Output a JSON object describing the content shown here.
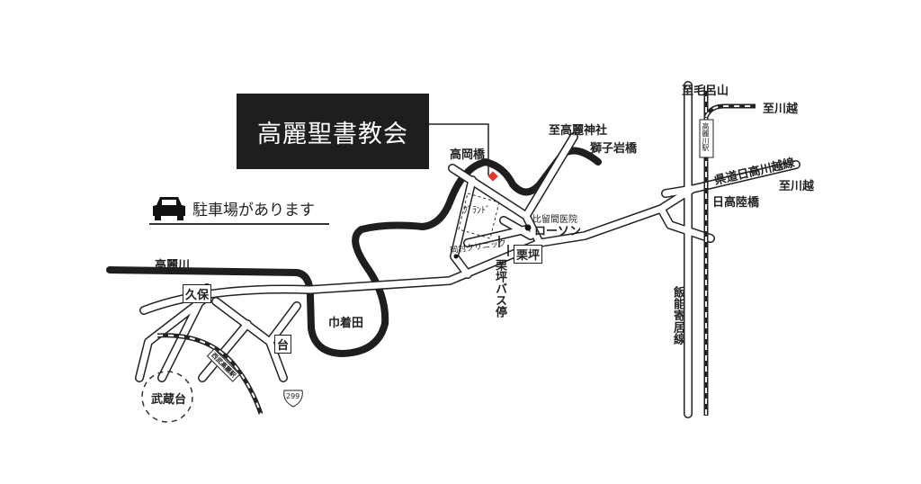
{
  "title": "高麗聖書教会",
  "parking": {
    "label": "駐車場があります",
    "icon": "car-icon"
  },
  "labels": {
    "river": "高麗川",
    "kinchakuda": "巾着田",
    "takaokabashi": "高岡橋",
    "to_koma_shrine": "至高麗神社",
    "shishiiwabashi": "獅子岩橋",
    "ground": "ｸﾞﾗﾝﾄﾞ",
    "hiruma_clinic": "比留間医院",
    "lawson": "ローソン",
    "okamura_clinic": "岡村クリニック",
    "kuriyubo": "栗坪",
    "kuriyubo_bus": "栗坪バス停",
    "kubo": "久保",
    "dai": "台",
    "musashidai": "武蔵台",
    "seibu_koma_station": "西武高麗駅",
    "route": "299",
    "to_moroyama": "至毛呂山",
    "to_kawagoe_1": "至川越",
    "koma_gawa_station": "高麗川駅",
    "prefectural_road": "県道日高川越線",
    "to_kawagoe_2": "至川越",
    "hidaka_rikukyo": "日高陸橋",
    "hanno_yorii": "飯能寄居線"
  },
  "colors": {
    "church_marker": "#e8352a",
    "river": "#1e1e1e"
  }
}
